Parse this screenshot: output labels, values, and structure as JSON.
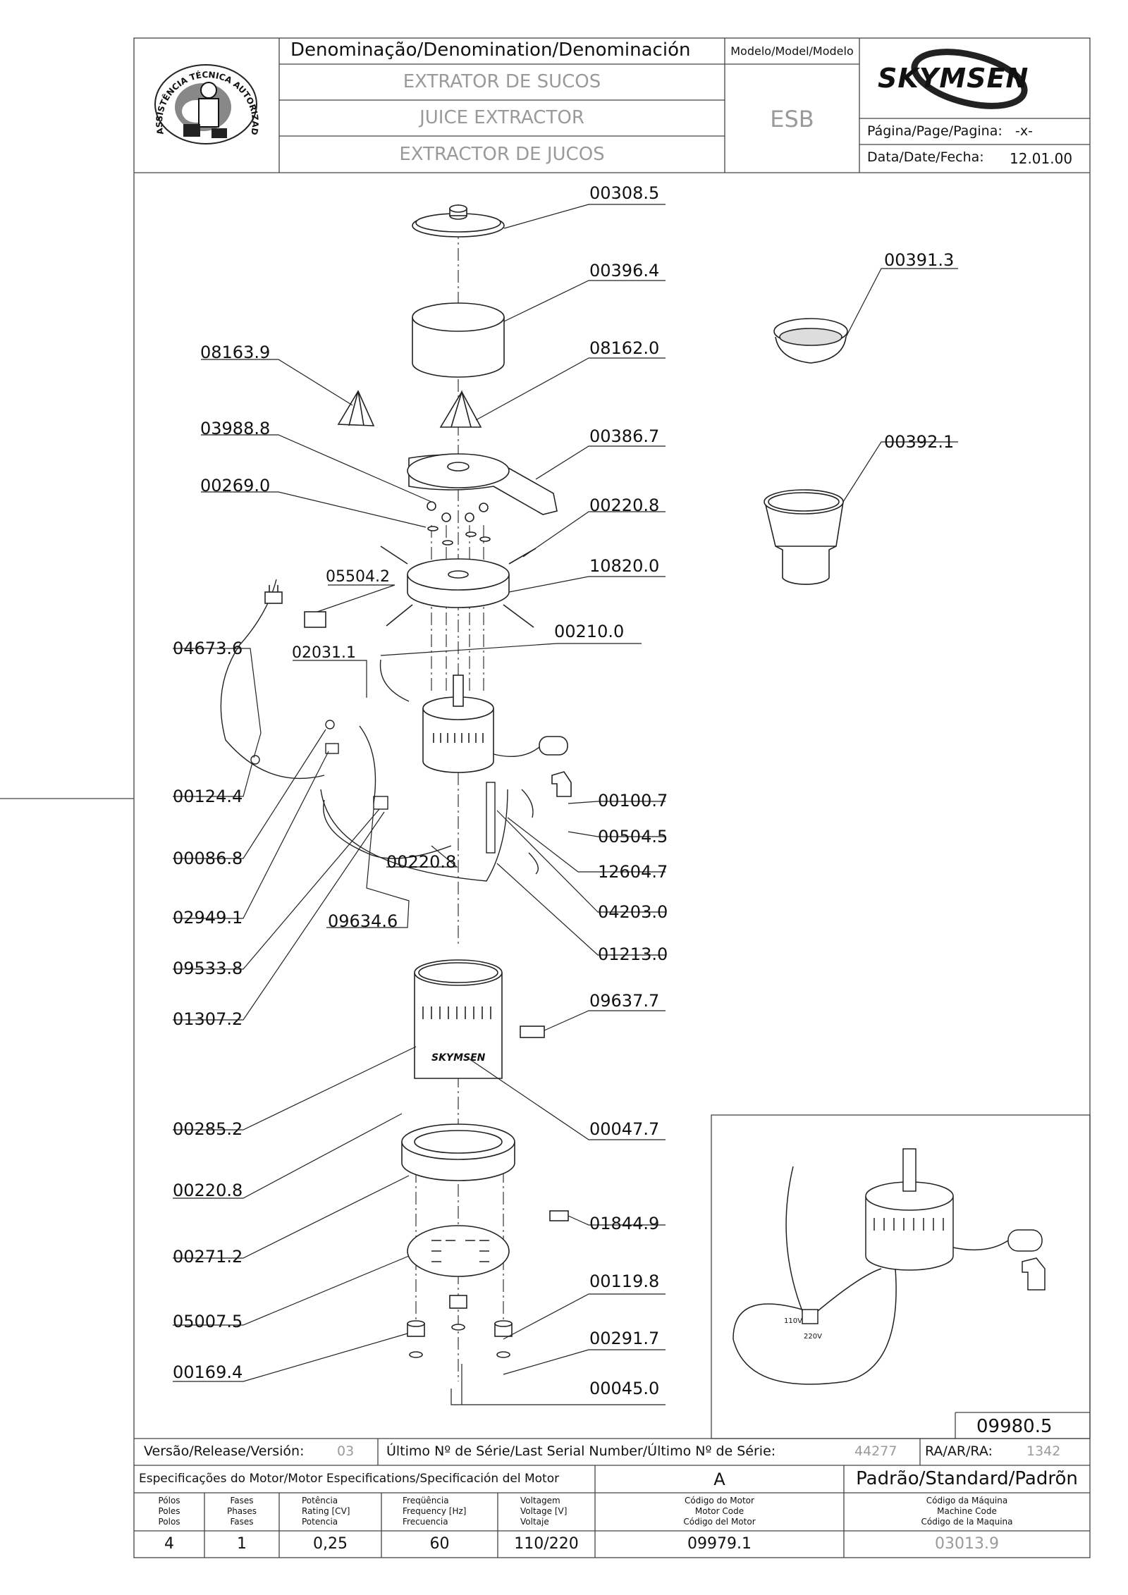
{
  "header": {
    "denomination_label": "Denominação/Denomination/Denominación",
    "name_pt": "EXTRATOR DE SUCOS",
    "name_en": "JUICE EXTRACTOR",
    "name_es": "EXTRACTOR DE JUCOS",
    "model_label": "Modelo/Model/Modelo",
    "model_value": "ESB",
    "brand": "SKYMSEN",
    "page_label": "Página/Page/Pagina:",
    "page_value": "-x-",
    "date_label": "Data/Date/Fecha:",
    "date_value": "12.01.00",
    "seal_text": "ASSISTÊNCIA TÉCNICA AUTORIZADA"
  },
  "parts": {
    "p00308_5": "00308.5",
    "p00396_4": "00396.4",
    "p08162_0": "08162.0",
    "p08163_9": "08163.9",
    "p03988_8": "03988.8",
    "p00386_7": "00386.7",
    "p00269_0": "00269.0",
    "p00220_8a": "00220.8",
    "p10820_0": "10820.0",
    "p05504_2": "05504.2",
    "p00210_0": "00210.0",
    "p04673_6": "04673.6",
    "p02031_1": "02031.1",
    "p00391_3": "00391.3",
    "p00392_1": "00392.1",
    "p00124_4": "00124.4",
    "p00100_7": "00100.7",
    "p00504_5": "00504.5",
    "p00086_8": "00086.8",
    "p00220_8b": "00220.8",
    "p12604_7": "12604.7",
    "p02949_1": "02949.1",
    "p09634_6": "09634.6",
    "p04203_0": "04203.0",
    "p09533_8": "09533.8",
    "p01213_0": "01213.0",
    "p01307_2": "01307.2",
    "p09637_7": "09637.7",
    "p00285_2": "00285.2",
    "p00047_7": "00047.7",
    "p00220_8c": "00220.8",
    "p01844_9": "01844.9",
    "p00271_2": "00271.2",
    "p05007_5": "05007.5",
    "p00119_8": "00119.8",
    "p00291_7": "00291.7",
    "p00169_4": "00169.4",
    "p00045_0": "00045.0",
    "p09980_5": "09980.5"
  },
  "detail": {
    "volt_a": "110V",
    "volt_b": "220V"
  },
  "release": {
    "version_label": "Versão/Release/Versión:",
    "version_value": "03",
    "serial_label": "Último Nº de Série/Last Serial Number/Último Nº de Série:",
    "serial_value": "44277",
    "ra_label": "RA/AR/RA:",
    "ra_value": "1342"
  },
  "motor": {
    "spec_title": "Especificações do Motor/Motor Especifications/Specificación del Motor",
    "variant": "A",
    "standard": "Padrão/Standard/Padrõn",
    "col_poles": [
      "Pólos",
      "Poles",
      "Polos"
    ],
    "col_phases": [
      "Fases",
      "Phases",
      "Fases"
    ],
    "col_power": [
      "Potência",
      "Rating [CV]",
      "Potencia"
    ],
    "col_freq": [
      "Freqüência",
      "Frequency [Hz]",
      "Frecuencia"
    ],
    "col_voltage": [
      "Voltagem",
      "Voltage [V]",
      "Voltaje"
    ],
    "col_motor_code": [
      "Código do Motor",
      "Motor Code",
      "Código del Motor"
    ],
    "col_machine_code": [
      "Código da Máquina",
      "Machine Code",
      "Código de la Maquina"
    ],
    "poles": "4",
    "phases": "1",
    "power": "0,25",
    "frequency": "60",
    "voltage": "110/220",
    "motor_code": "09979.1",
    "machine_code": "03013.9"
  }
}
